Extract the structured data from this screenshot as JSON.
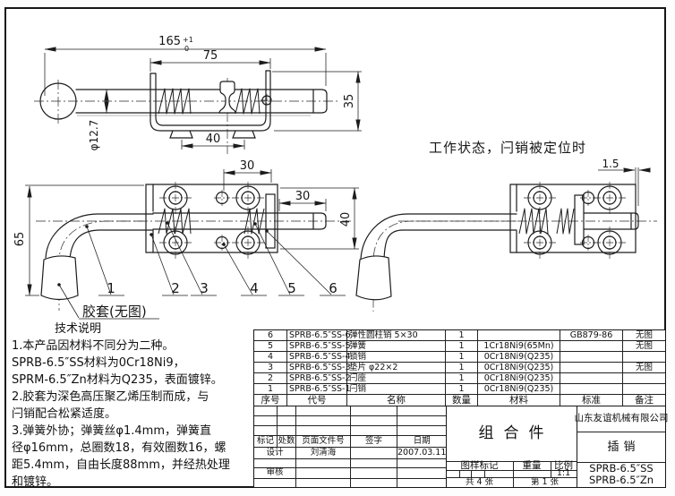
{
  "views": {
    "side": {
      "dim_overall": "165",
      "dim_tol_plus": "+1",
      "dim_tol_minus": "0",
      "dim_housing": "75",
      "dim_height": "35",
      "dim_feet": "40",
      "dim_dia": "φ12.7"
    },
    "front": {
      "dim_handle": "65",
      "dim_slot": "30",
      "dim_stroke": "30",
      "dim_plate": "40",
      "parts": [
        "1",
        "2",
        "3",
        "4",
        "5",
        "6"
      ],
      "rubber_label": "胶套(无图)"
    },
    "working": {
      "caption": "工作状态，闩销被定位时",
      "dim_gap": "1.5"
    }
  },
  "notes": {
    "title": "技术说明",
    "lines": [
      "1.本产品因材料不同分为二种。",
      "SPRB-6.5″SS材料为0Cr18Ni9，",
      "SPRM-6.5″Zn材料为Q235，表面镀锌。",
      "2.胶套为深色高压聚乙烯压制而成，与",
      "闩销配合松紧适度。",
      "3.弹簧外协；弹簧丝φ1.4mm，弹簧直",
      "径φ16mm，总圈数18，有效圈数16，螺",
      "距5.4mm，自由长度88mm，并经热处理",
      "和镀锌。"
    ]
  },
  "parts_table": {
    "headers": [
      "序号",
      "代号",
      "名称",
      "数量",
      "材料",
      "标准",
      "备注"
    ],
    "rows": [
      {
        "seq": "6",
        "code": "SPRB-6.5″SS-6",
        "name": "弹性圆柱销 5×30",
        "qty": "1",
        "material": "",
        "standard": "GB879-86",
        "remark": "无图"
      },
      {
        "seq": "5",
        "code": "SPRB-6.5″SS-5",
        "name": "弹簧",
        "qty": "1",
        "material": "1Cr18Ni9(65Mn)",
        "standard": "",
        "remark": "无图"
      },
      {
        "seq": "4",
        "code": "SPRB-6.5″SS-4",
        "name": "锁销",
        "qty": "1",
        "material": "0Cr18Ni9(Q235)",
        "standard": "",
        "remark": ""
      },
      {
        "seq": "3",
        "code": "SPRB-6.5″SS-3",
        "name": "垫片 φ22×2",
        "qty": "1",
        "material": "0Cr18Ni9(Q235)",
        "standard": "",
        "remark": "无图"
      },
      {
        "seq": "2",
        "code": "SPRB-6.5″SS-2",
        "name": "闩座",
        "qty": "1",
        "material": "0Cr18Ni9(Q235)",
        "standard": "",
        "remark": ""
      },
      {
        "seq": "1",
        "code": "SPRB-6.5″SS-1",
        "name": "闩销",
        "qty": "1",
        "material": "0Cr18Ni9(Q235)",
        "standard": "",
        "remark": ""
      }
    ]
  },
  "title_block": {
    "rev_headers": [
      "标记",
      "处数",
      "页面文件号",
      "签字",
      "日期"
    ],
    "design_label": "设计",
    "designer": "刘清海",
    "date": "2007.03.11",
    "audit_label": "审核",
    "assembly_name": "组合件",
    "company": "山东友谊机械有限公司",
    "product_name": "插销",
    "drawing_mark_label": "图样标记",
    "weight_label": "重量",
    "scale_label": "比例",
    "scale_value": "1:1",
    "sheets_total": "共 4 张",
    "sheet_current": "第 1 张",
    "model_ss": "SPRB-6.5″SS",
    "model_zn": "SPRB-6.5″Zn"
  }
}
